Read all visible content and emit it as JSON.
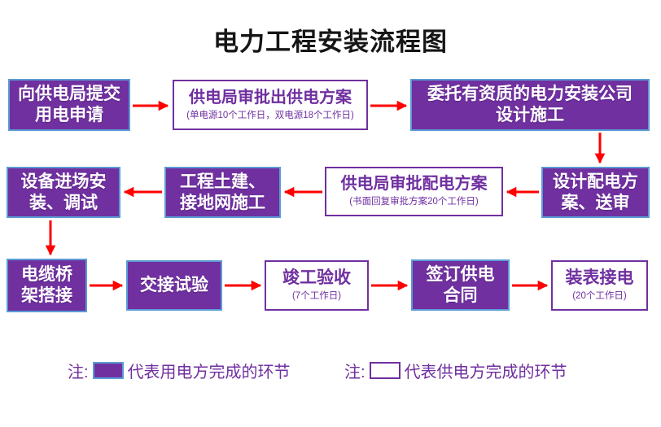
{
  "title": "电力工程安装流程图",
  "colors": {
    "consumer_fill": "#7030A0",
    "consumer_border": "#5B9BD5",
    "supplier_border": "#7030A0",
    "arrow": "#FF0000",
    "title_text": "#151515"
  },
  "nodes": [
    {
      "label": "向供电局提交\n用电申请",
      "type": "consumer"
    },
    {
      "label": "供电局审批出供电方案",
      "sub": "(单电源10个工作日，双电源18个工作日)",
      "type": "supplier"
    },
    {
      "label": "委托有资质的电力安装公司\n设计施工",
      "type": "consumer"
    },
    {
      "label": "设计配电方\n案、送审",
      "type": "consumer"
    },
    {
      "label": "供电局审批配电方案",
      "sub": "(书面回复审批方案20个工作日)",
      "type": "supplier"
    },
    {
      "label": "工程土建、\n接地网施工",
      "type": "consumer"
    },
    {
      "label": "设备进场安\n装、调试",
      "type": "consumer"
    },
    {
      "label": "电缆桥\n架搭接",
      "type": "consumer"
    },
    {
      "label": "交接试验",
      "type": "consumer"
    },
    {
      "label": "竣工验收",
      "sub": "(7个工作日)",
      "type": "supplier"
    },
    {
      "label": "签订供电\n合同",
      "type": "consumer"
    },
    {
      "label": "装表接电",
      "sub": "(20个工作日)",
      "type": "supplier"
    }
  ],
  "legend": {
    "note_label": "注:",
    "consumer_text": "代表用电方完成的环节",
    "supplier_text": "代表供电方完成的环节"
  }
}
